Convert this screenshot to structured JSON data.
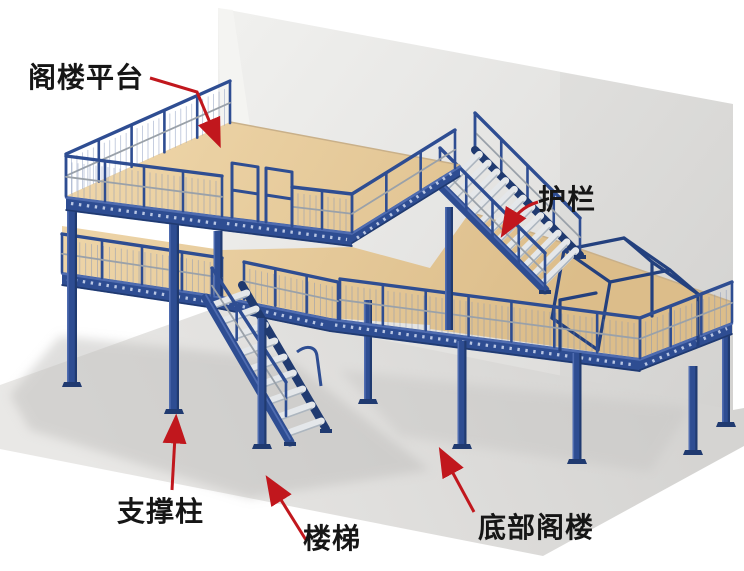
{
  "annotations": {
    "loft_platform": {
      "label": "阁楼平台"
    },
    "guardrail": {
      "label": "护栏"
    },
    "support_column": {
      "label": "支撑柱"
    },
    "stairs": {
      "label": "楼梯"
    },
    "bottom_loft": {
      "label": "底部阁楼"
    }
  },
  "colors": {
    "steel_blue": "#2e4d92",
    "steel_dark": "#203a70",
    "steel_light": "#4f6cb0",
    "hole_dot": "#c9d4ec",
    "deck_light": "#f0d8ac",
    "deck_dark": "#dcbd8a",
    "deck_trim": "#c8a46f",
    "wall_light": "#f0f0ee",
    "wall_dark": "#d9d8d6",
    "floor_light": "#e9e8e6",
    "floor_dark": "#d5d4d2",
    "shadow_gray": "#bfbebc",
    "tread_gray": "#e4e7ea",
    "tread_edge": "#adb6bf",
    "rail_silver": "#9aa1a9",
    "mesh_blue": "#7e90b8",
    "annotation_red": "#c1171d",
    "label_black": "#161616"
  }
}
